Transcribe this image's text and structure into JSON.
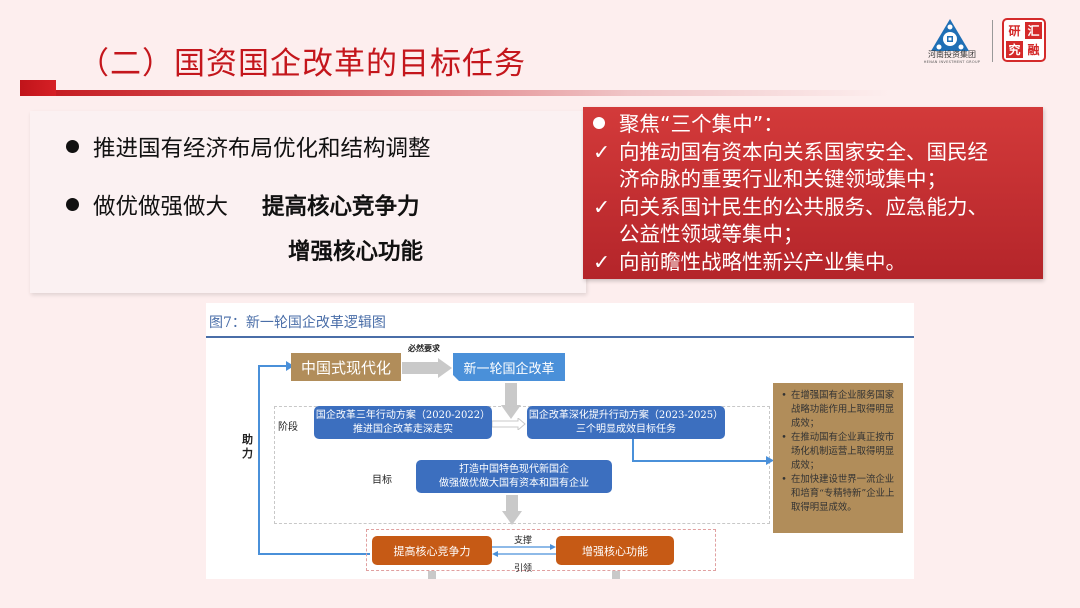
{
  "slide": {
    "title": "（二）国资国企改革的目标任务",
    "accent_color": "#c4161c"
  },
  "logos": {
    "group_name": "河南投资集团",
    "group_subtitle": "HENAN INVESTMENT GROUP",
    "seal_chars": [
      "研",
      "汇",
      "究",
      "融"
    ]
  },
  "left_panel": {
    "bullet1": "推进国有经济布局优化和结构调整",
    "bullet2_lead": "做优做强做大",
    "bullet2_bold1": "提高核心竞争力",
    "bullet2_bold2": "增强核心功能"
  },
  "red_panel": {
    "heading": "聚焦“三个集中”：",
    "items": [
      {
        "line1": "向推动国有资本向关系国家安全、国民经",
        "line2": "济命脉的重要行业和关键领域集中；"
      },
      {
        "line1": "向关系国计民生的公共服务、应急能力、",
        "line2": "公益性领域等集中；"
      },
      {
        "line1": "向前瞻性战略性新兴产业集中。"
      }
    ],
    "check": "✓"
  },
  "figure": {
    "title": "图7：新一轮国企改革逻辑图",
    "top_left_box": "中国式现代化",
    "top_arrow_label": "必然要求",
    "top_right_box": "新一轮国企改革",
    "side_label": "助力",
    "stage_label": "阶段",
    "stage1_line1": "国企改革三年行动方案（2020-2022）",
    "stage1_line2": "推进国企改革走深走实",
    "stage2_line1": "国企改革深化提升行动方案（2023-2025）",
    "stage2_line2": "三个明显成效目标任务",
    "goal_label": "目标",
    "goal_line1": "打造中国特色现代新国企",
    "goal_line2": "做强做优做大国有资本和国有企业",
    "bottom_left": "提高核心竞争力",
    "bottom_right": "增强核心功能",
    "support_label": "支撑",
    "lead_label": "引领",
    "side_items": [
      "在增强国有企业服务国家战略功能作用上取得明显成效；",
      "在推动国有企业真正按市场化机制运营上取得明显成效；",
      "在加快建设世界一流企业和培育“专精特新”企业上取得明显成效。"
    ]
  }
}
